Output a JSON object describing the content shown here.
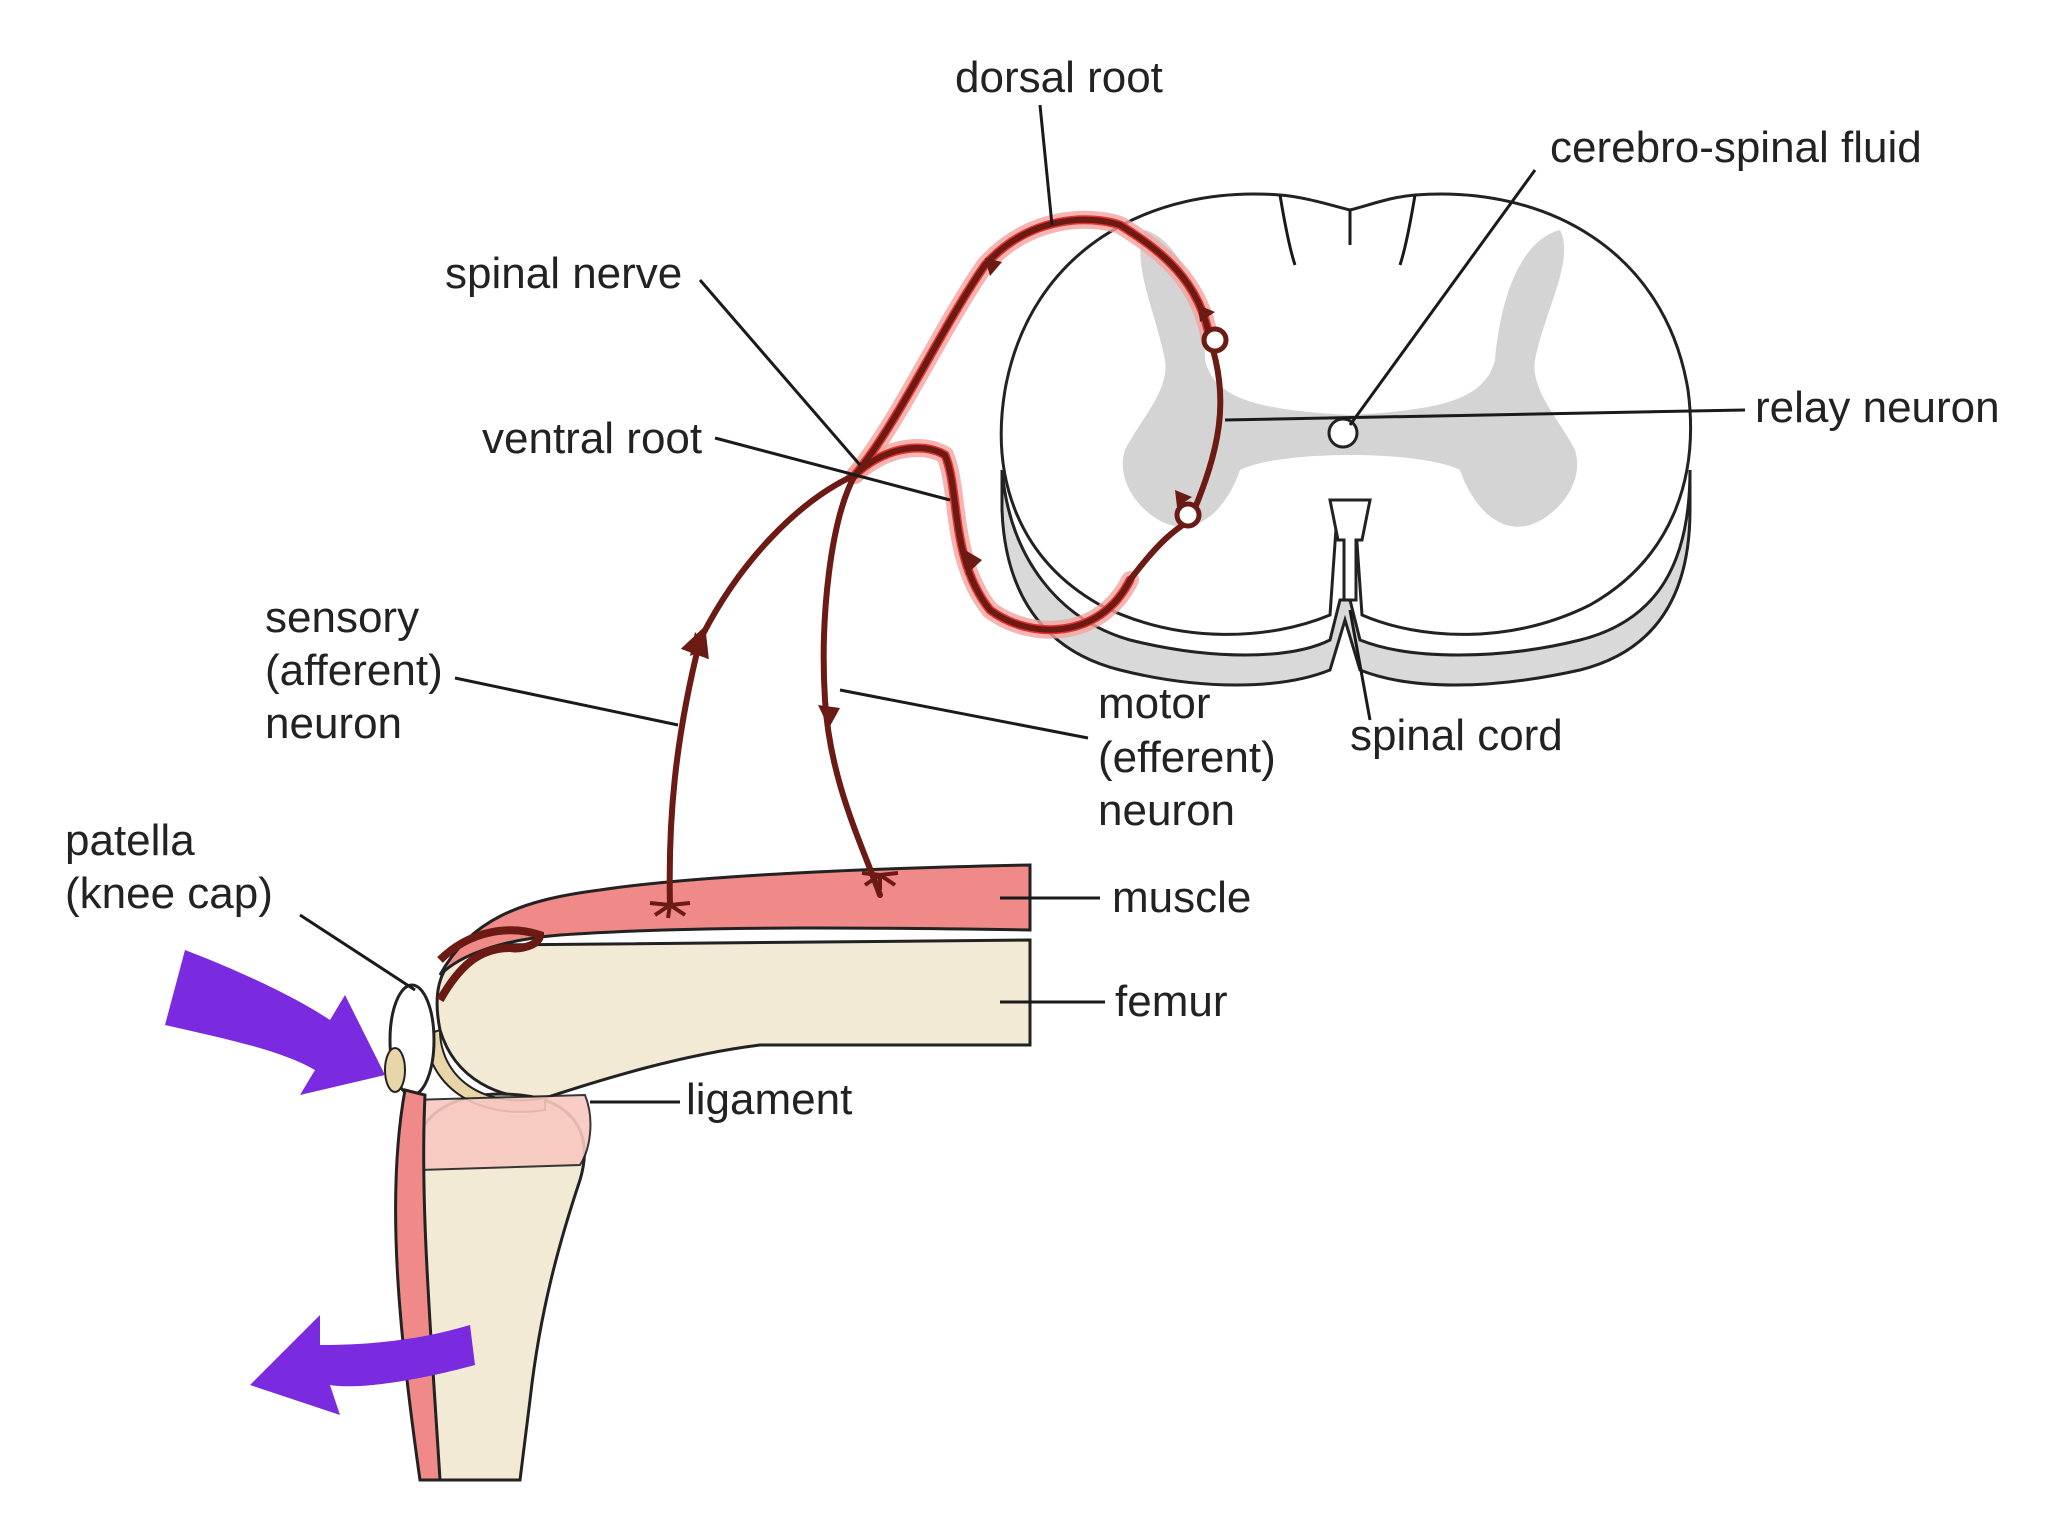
{
  "labels": {
    "dorsal_root": "dorsal root",
    "cerebro_spinal_fluid": "cerebro-spinal fluid",
    "spinal_nerve": "spinal nerve",
    "relay_neuron": "relay neuron",
    "ventral_root": "ventral root",
    "sensory_neuron": [
      "sensory",
      "(afferent)",
      "neuron"
    ],
    "motor_neuron": [
      "motor",
      "(efferent)",
      "neuron"
    ],
    "spinal_cord": "spinal cord",
    "patella": [
      "patella",
      "(knee cap)"
    ],
    "muscle": "muscle",
    "femur": "femur",
    "ligament": "ligament"
  },
  "colors": {
    "nerve": "#6b1a14",
    "nerve_highlight": "#e8302c",
    "muscle": "#f08a88",
    "bone": "#f3ead6",
    "grey_matter": "#d6d6d6",
    "arrow": "#7a2be0"
  }
}
